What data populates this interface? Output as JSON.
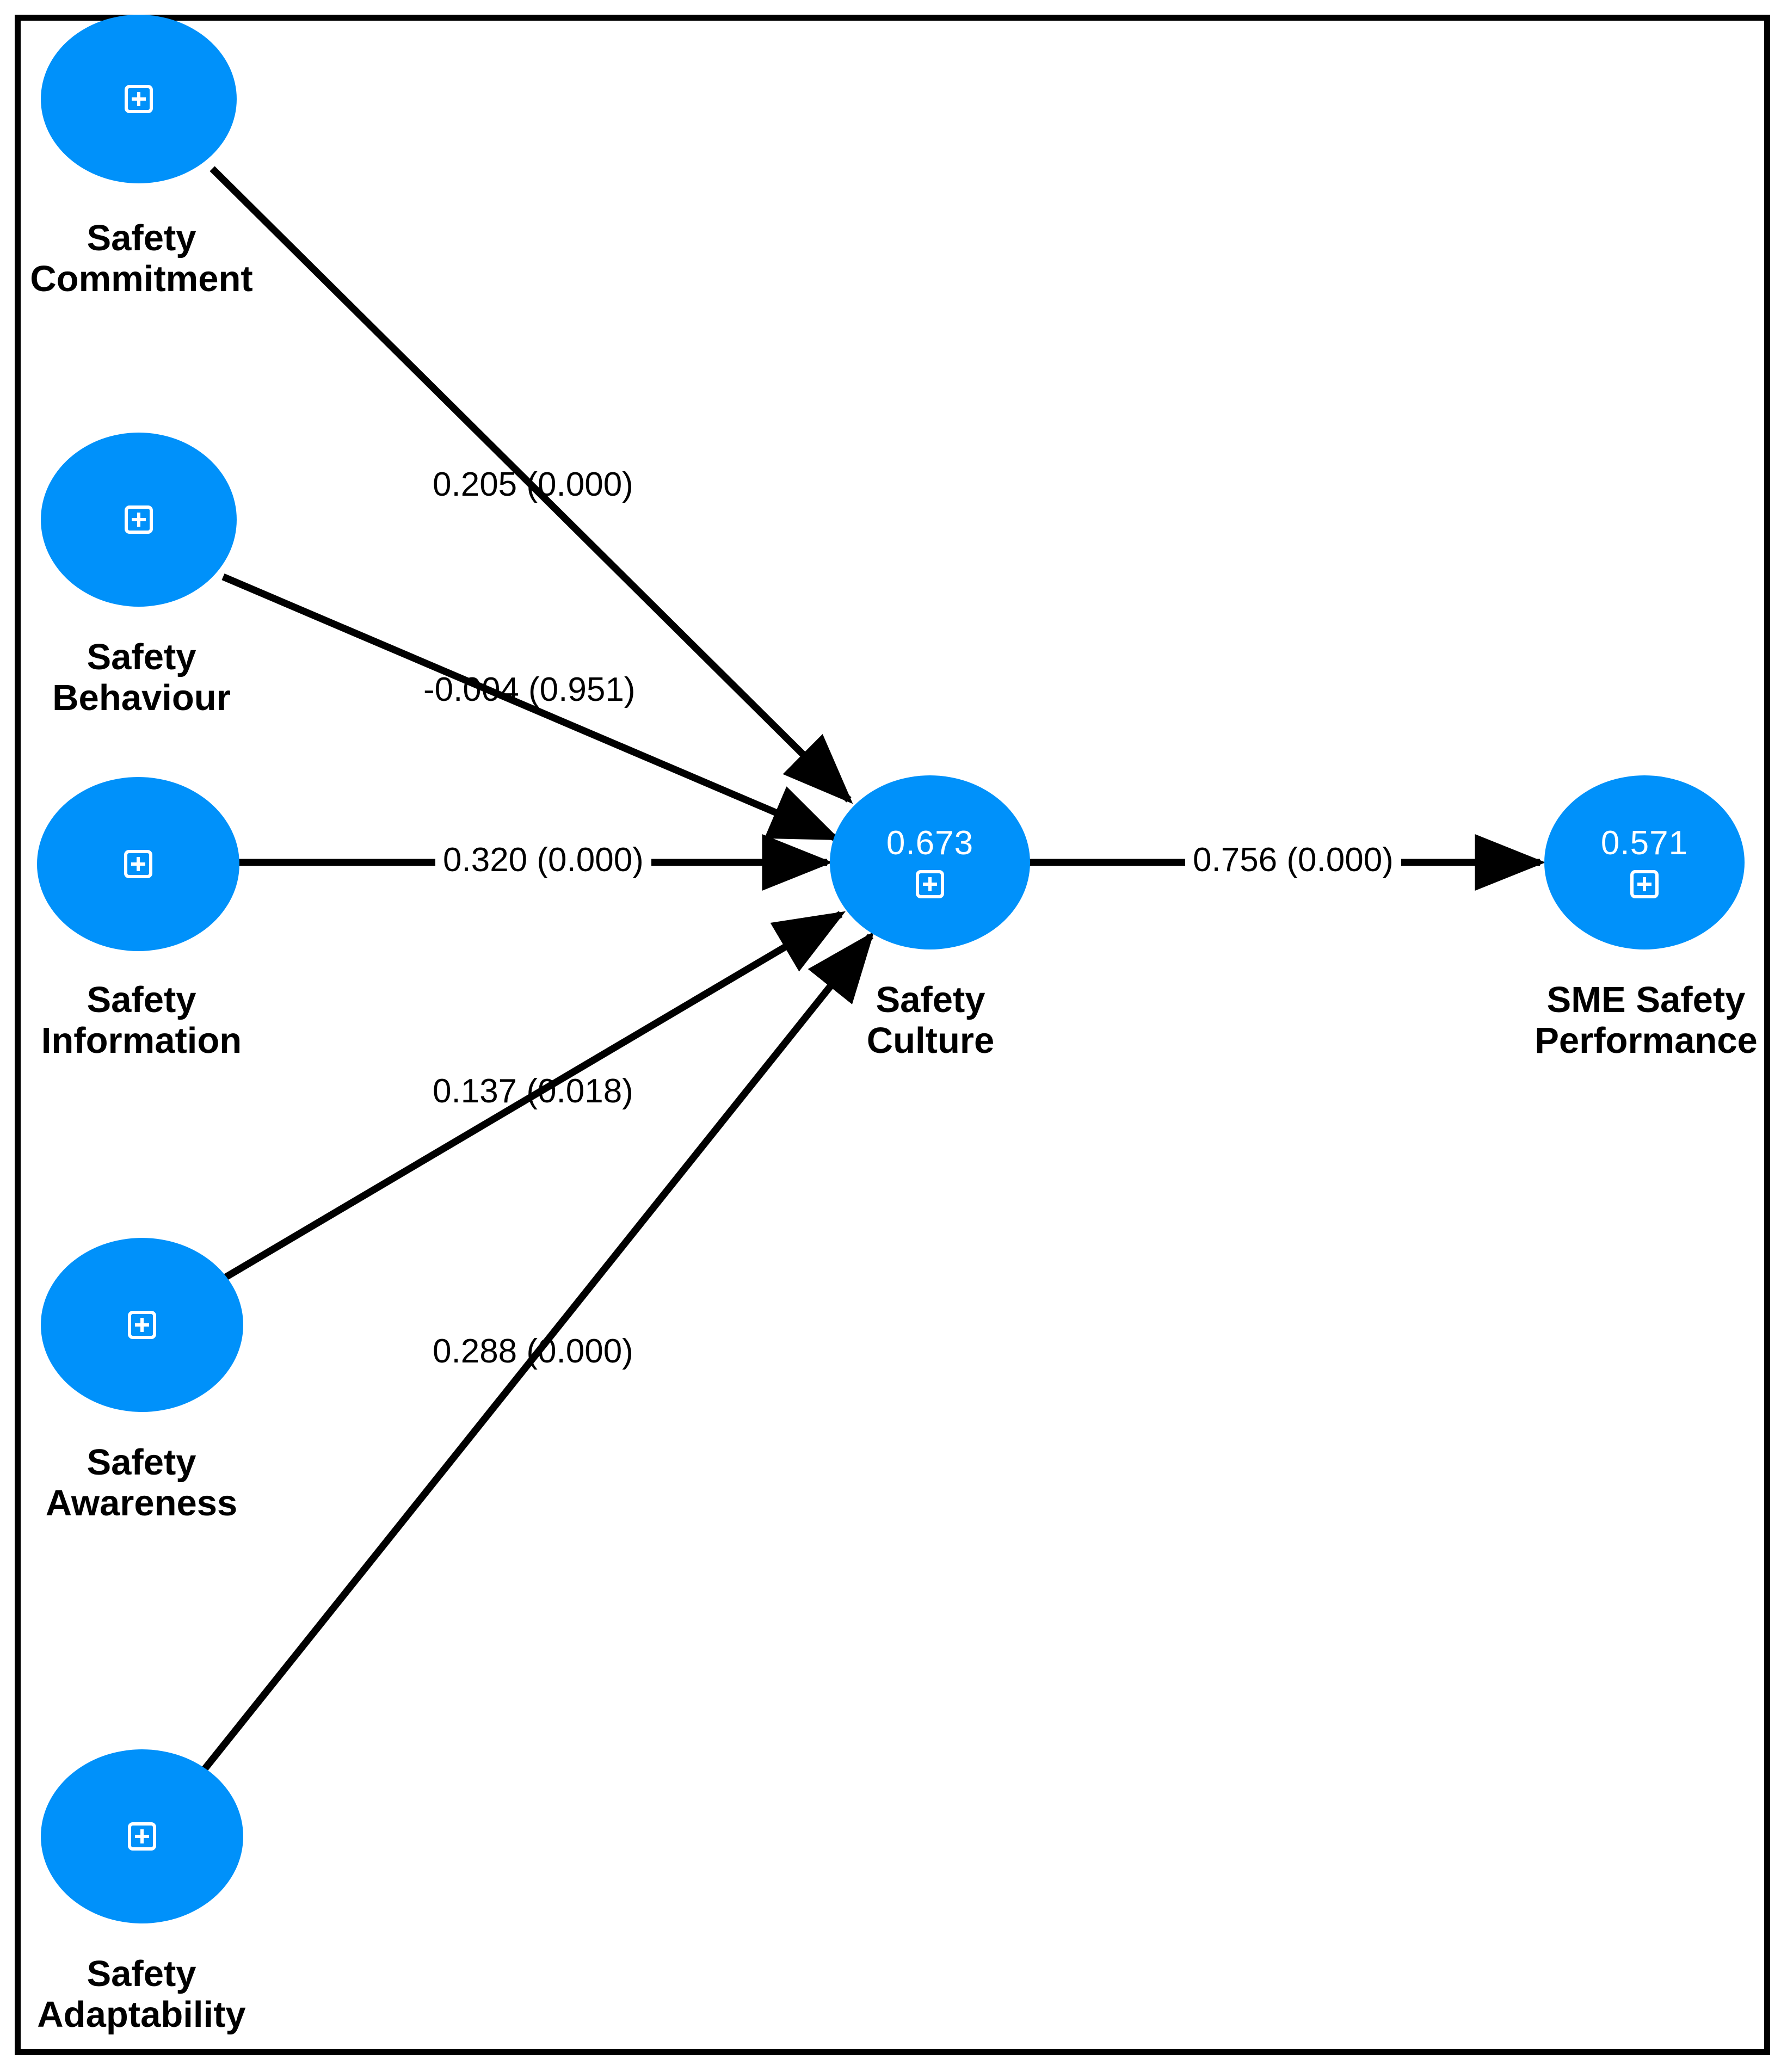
{
  "diagram": {
    "title": "Safety Culture structural model",
    "accent_color": "#0091fa",
    "line_color": "#000000",
    "frame_color": "#000000",
    "node_icon": "plus-icon"
  },
  "nodes": [
    {
      "id": "safety_commitment",
      "label": "Safety\nCommitment",
      "r2": "",
      "icon": "plus-icon"
    },
    {
      "id": "safety_behaviour",
      "label": "Safety\nBehaviour",
      "r2": "",
      "icon": "plus-icon"
    },
    {
      "id": "safety_information",
      "label": "Safety\nInformation",
      "r2": "",
      "icon": "plus-icon"
    },
    {
      "id": "safety_awareness",
      "label": "Safety\nAwareness",
      "r2": "",
      "icon": "plus-icon"
    },
    {
      "id": "safety_adaptability",
      "label": "Safety\nAdaptability",
      "r2": "",
      "icon": "plus-icon"
    },
    {
      "id": "safety_culture",
      "label": "Safety\nCulture",
      "r2": "0.673",
      "icon": "plus-icon"
    },
    {
      "id": "sme_safety_performance",
      "label": "SME Safety\nPerformance",
      "r2": "0.571",
      "icon": "plus-icon"
    }
  ],
  "paths": [
    {
      "from": "safety_commitment",
      "to": "safety_culture",
      "coefficient": "0.205",
      "p_value": "0.000",
      "label": "0.205 (0.000)"
    },
    {
      "from": "safety_behaviour",
      "to": "safety_culture",
      "coefficient": "-0.004",
      "p_value": "0.951",
      "label": "-0.004 (0.951)"
    },
    {
      "from": "safety_information",
      "to": "safety_culture",
      "coefficient": "0.320",
      "p_value": "0.000",
      "label": "0.320 (0.000)"
    },
    {
      "from": "safety_awareness",
      "to": "safety_culture",
      "coefficient": "0.137",
      "p_value": "0.018",
      "label": "0.137 (0.018)"
    },
    {
      "from": "safety_adaptability",
      "to": "safety_culture",
      "coefficient": "0.288",
      "p_value": "0.000",
      "label": "0.288 (0.000)"
    },
    {
      "from": "safety_culture",
      "to": "sme_safety_performance",
      "coefficient": "0.756",
      "p_value": "0.000",
      "label": "0.756 (0.000)"
    }
  ],
  "chart_data": {
    "type": "diagram",
    "title": "PLS-SEM path model of Safety Culture and SME Safety Performance",
    "r_squared": {
      "safety_culture": 0.673,
      "sme_safety_performance": 0.571
    },
    "path_coefficients": [
      {
        "predictor": "Safety Commitment",
        "outcome": "Safety Culture",
        "beta": 0.205,
        "p": 0.0
      },
      {
        "predictor": "Safety Behaviour",
        "outcome": "Safety Culture",
        "beta": -0.004,
        "p": 0.951
      },
      {
        "predictor": "Safety Information",
        "outcome": "Safety Culture",
        "beta": 0.32,
        "p": 0.0
      },
      {
        "predictor": "Safety Awareness",
        "outcome": "Safety Culture",
        "beta": 0.137,
        "p": 0.018
      },
      {
        "predictor": "Safety Adaptability",
        "outcome": "Safety Culture",
        "beta": 0.288,
        "p": 0.0
      },
      {
        "predictor": "Safety Culture",
        "outcome": "SME Safety Performance",
        "beta": 0.756,
        "p": 0.0
      }
    ]
  }
}
